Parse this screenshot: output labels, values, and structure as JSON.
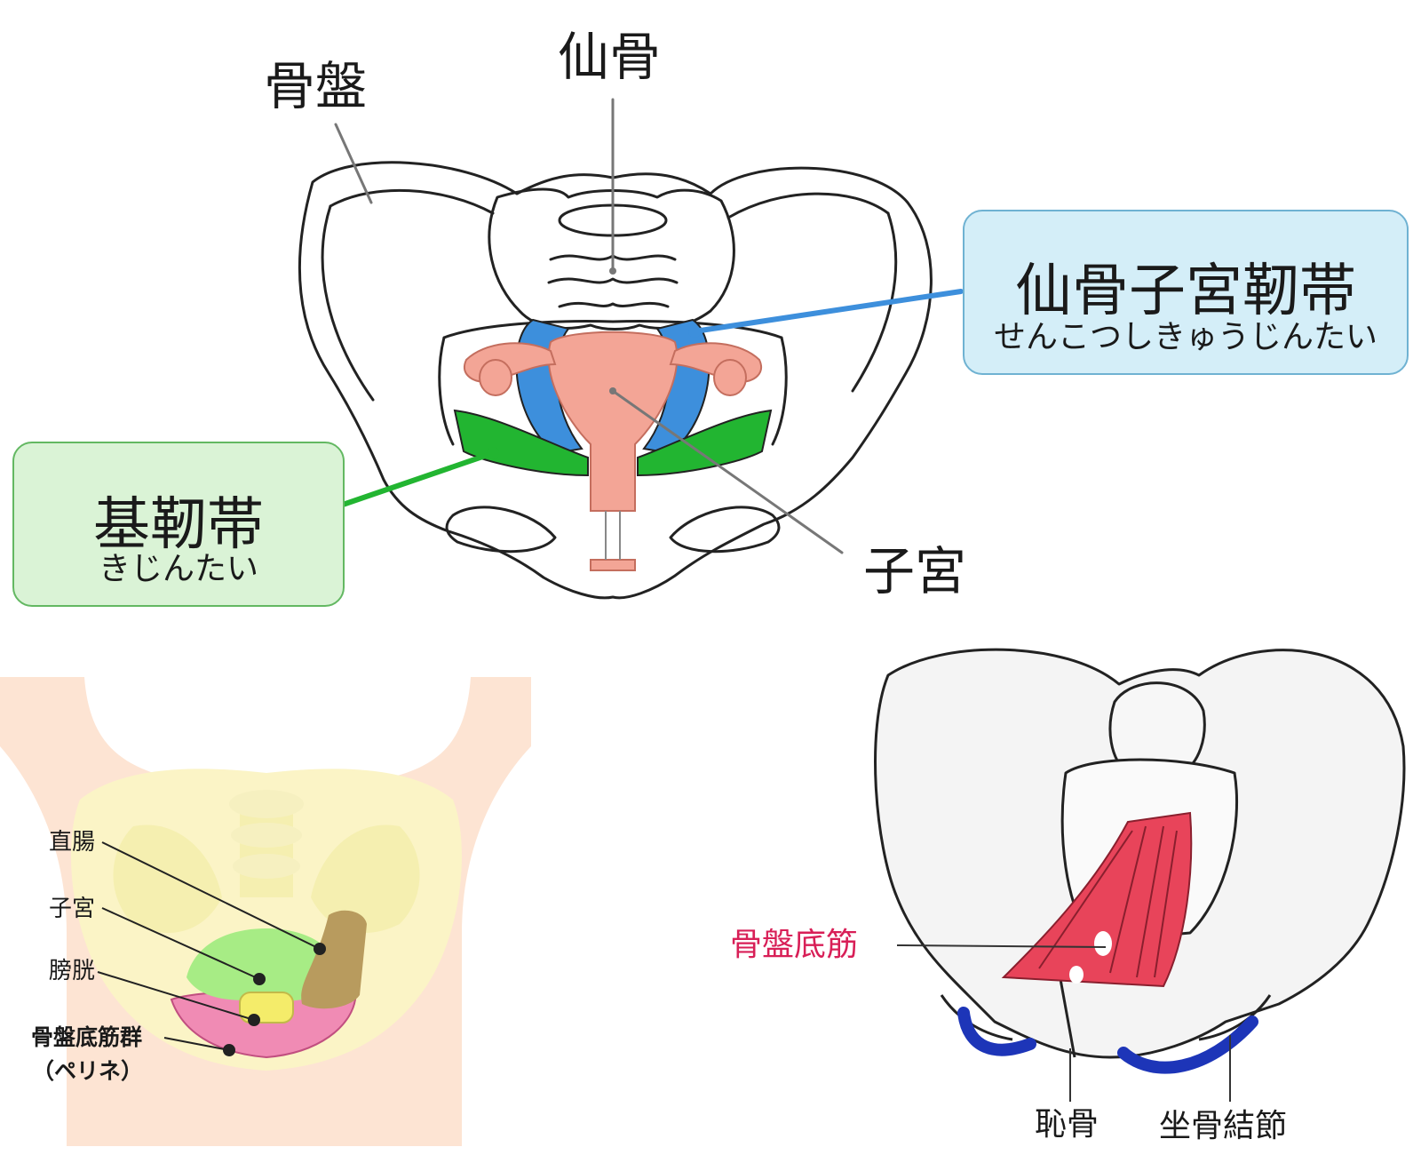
{
  "top_diagram": {
    "labels": {
      "pelvis": "骨盤",
      "sacrum": "仙骨",
      "uterus": "子宮"
    },
    "uterosacral_ligament": {
      "title": "仙骨子宮靭帯",
      "reading": "せんこつしきゅうじんたい"
    },
    "cardinal_ligament": {
      "title": "基靭帯",
      "reading": "きじんたい"
    }
  },
  "left_diagram": {
    "labels": {
      "rectum": "直腸",
      "uterus": "子宮",
      "bladder": "膀胱",
      "pelvic_floor_group": "骨盤底筋群",
      "perineum": "（ペリネ）"
    }
  },
  "right_diagram": {
    "labels": {
      "pelvic_floor_muscle": "骨盤底筋",
      "pubis": "恥骨",
      "ischial_tuberosity": "坐骨結節"
    }
  },
  "colors": {
    "uterosacral_ligament": "#3d8fdc",
    "cardinal_ligament": "#22b531",
    "uterus": "#f3a596",
    "pelvic_floor_muscle_text": "#d81f57",
    "pelvic_floor_muscle": "#e8445a",
    "ischial_tuberosity": "#1d35b8"
  }
}
